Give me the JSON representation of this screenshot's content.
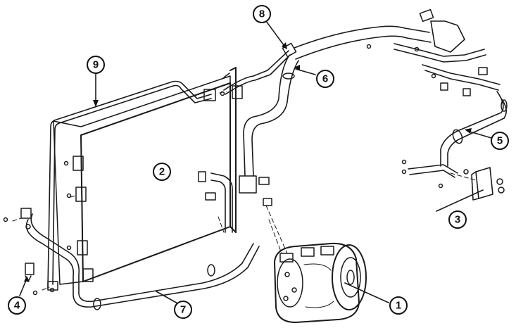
{
  "callouts": [
    {
      "id": "1",
      "text": "1"
    },
    {
      "id": "2",
      "text": "2"
    },
    {
      "id": "3",
      "text": "3"
    },
    {
      "id": "4",
      "text": "4"
    },
    {
      "id": "5",
      "text": "5"
    },
    {
      "id": "6",
      "text": "6"
    },
    {
      "id": "7",
      "text": "7"
    },
    {
      "id": "8",
      "text": "8"
    },
    {
      "id": "9",
      "text": "9"
    }
  ]
}
